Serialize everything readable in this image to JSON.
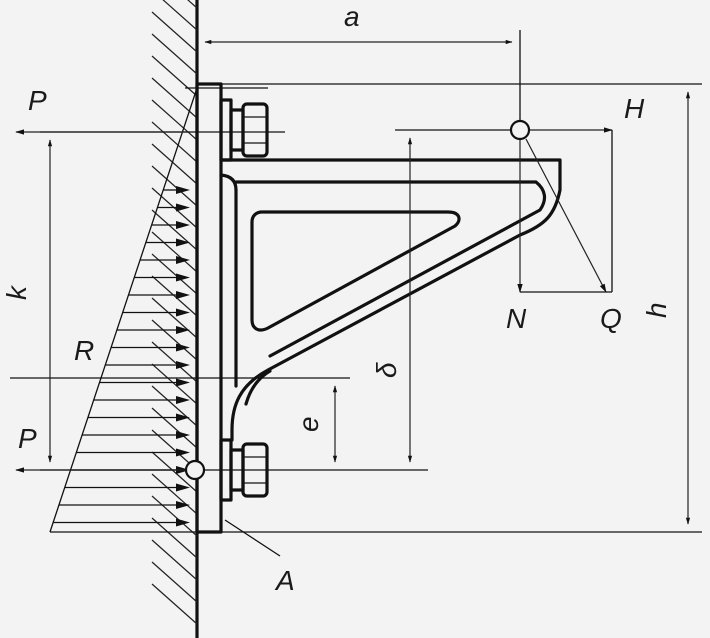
{
  "labels": {
    "a": "a",
    "P_top": "P",
    "H": "H",
    "k": "k",
    "R": "R",
    "N": "N",
    "Q": "Q",
    "h": "h",
    "delta": "δ",
    "e": "e",
    "P_bottom": "P",
    "A": "A"
  },
  "colors": {
    "background": "#f3f3f3",
    "ink": "#111111"
  }
}
